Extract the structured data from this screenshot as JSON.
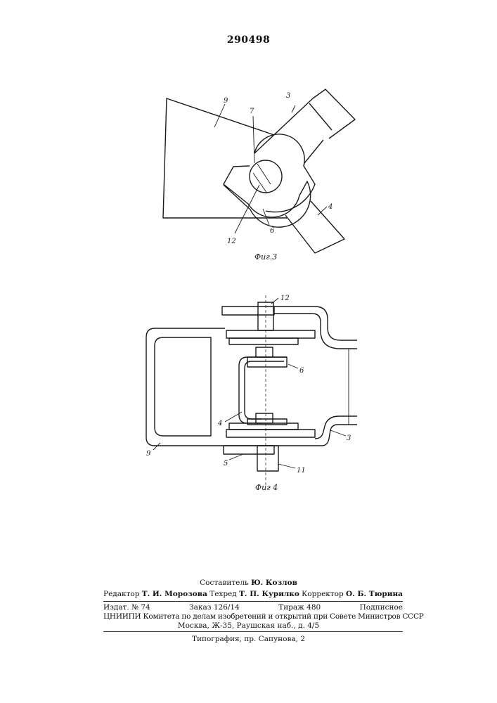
{
  "header": {
    "patent_number": "290498"
  },
  "figure3": {
    "caption": "Фиг.3",
    "labels": {
      "l9": "9",
      "l7": "7",
      "l3": "3",
      "l4": "4",
      "l12": "12",
      "l6": "6"
    }
  },
  "figure4": {
    "caption": "Фиг 4",
    "labels": {
      "l12": "12",
      "l6": "6",
      "l4": "4",
      "l3": "3",
      "l9": "9",
      "l5": "5",
      "l11": "11"
    }
  },
  "footer": {
    "compiler_label": "Составитель",
    "compiler_name": "Ю. Козлов",
    "editor_label": "Редактор",
    "editor_name": "Т. И. Морозова",
    "techred_label": "Техред",
    "techred_name": "Т. П. Курилко",
    "corrector_label": "Корректор",
    "corrector_name": "О. Б. Тюрина",
    "izdat": "Издат. № 74",
    "order": "Заказ 126/14",
    "tirazh": "Тираж 480",
    "podpisnoe": "Подписное",
    "org_line": "ЦНИИПИ Комитета по делам изобретений и открытий при Совете Министров СССР",
    "address": "Москва, Ж-35, Раушская наб., д. 4/5",
    "printer": "Типография, пр. Сапунова, 2"
  }
}
